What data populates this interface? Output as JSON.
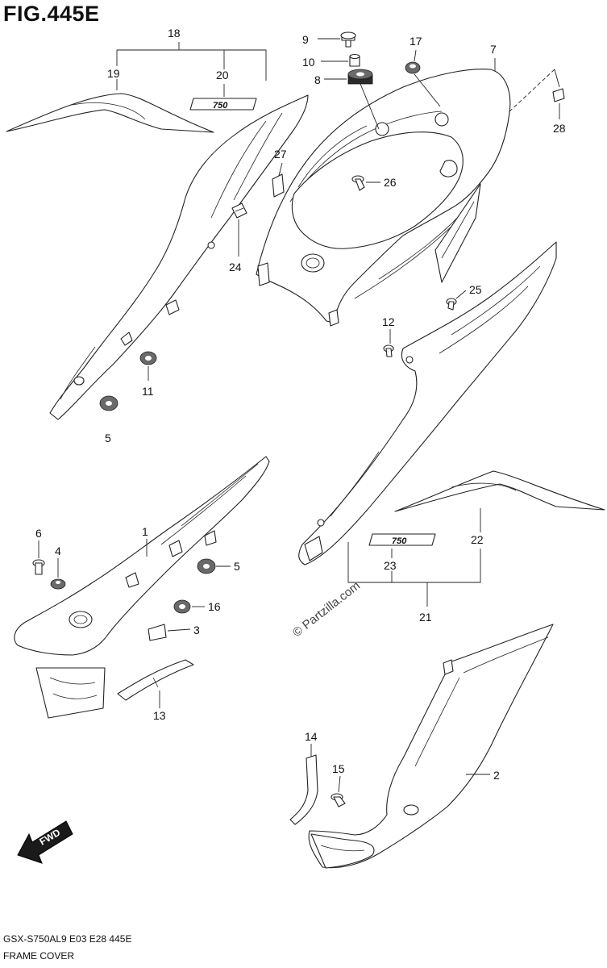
{
  "figure": {
    "title": "FIG.445E",
    "model_code": "GSX-S750AL9  E03  E28  445E",
    "section_name": "FRAME COVER",
    "watermark": "© Partzilla.com",
    "direction_label": "FWD",
    "emblem_text": "750"
  },
  "callouts": {
    "c1": "1",
    "c2": "2",
    "c3": "3",
    "c4": "4",
    "c5a": "5",
    "c5b": "5",
    "c6": "6",
    "c7": "7",
    "c8": "8",
    "c9": "9",
    "c10": "10",
    "c11": "11",
    "c12": "12",
    "c13": "13",
    "c14": "14",
    "c15": "15",
    "c16": "16",
    "c17": "17",
    "c18": "18",
    "c19": "19",
    "c20": "20",
    "c21": "21",
    "c22": "22",
    "c23": "23",
    "c24": "24",
    "c25": "25",
    "c26": "26",
    "c27": "27",
    "c28": "28"
  }
}
